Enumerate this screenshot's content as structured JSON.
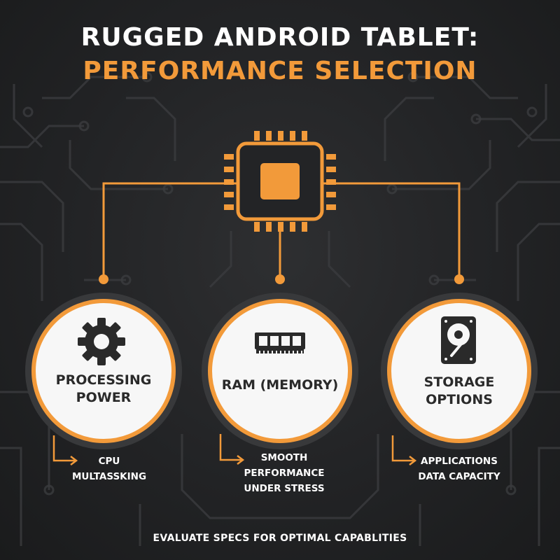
{
  "title": {
    "line1": "RUGGED ANDROID TABLET:",
    "line2": "PERFORMANCE SELECTION"
  },
  "nodes": [
    {
      "label_line1": "PROCESSING",
      "label_line2": "POWER",
      "icon": "gear-icon",
      "details": [
        "CPU",
        "MULTASSKING"
      ]
    },
    {
      "label_line1": "RAM (MEMORY)",
      "label_line2": "",
      "icon": "memory-module-icon",
      "details": [
        "SMOOTH",
        "PERFORMANCE",
        "UNDER STRESS"
      ]
    },
    {
      "label_line1": "STORAGE",
      "label_line2": "OPTIONS",
      "icon": "hard-drive-icon",
      "details": [
        "APPLICATIONS",
        "DATA CAPACITY"
      ]
    }
  ],
  "footer": "EVALUATE SPECS FOR OPTIMAL CAPABLITIES",
  "colors": {
    "accent": "#f29a3a",
    "background": "#232426",
    "circle_fill": "#f7f7f7",
    "circle_ring_outer": "#3a3b3d",
    "text_dark": "#2a2a2a"
  }
}
